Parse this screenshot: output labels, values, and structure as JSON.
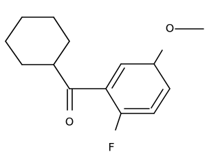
{
  "molecule": {
    "atoms": {
      "oxygen_carbonyl": "O",
      "fluorine": "F",
      "oxygen_methoxy": "O"
    },
    "colors": {
      "bond": "#000000",
      "label": "#000000",
      "background": "#ffffff"
    }
  }
}
